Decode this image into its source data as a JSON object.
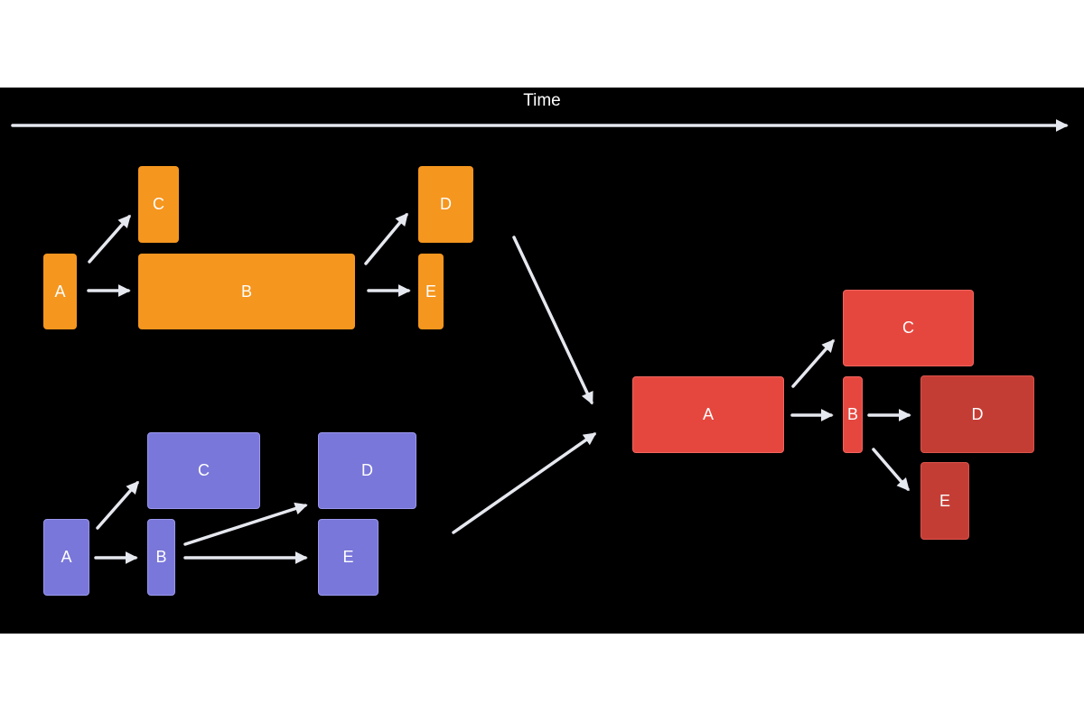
{
  "axis": {
    "label": "Time"
  },
  "groups": [
    {
      "name": "orange",
      "color": "#f5961f",
      "nodes": [
        "A",
        "B",
        "C",
        "D",
        "E"
      ],
      "edges": [
        [
          "A",
          "C"
        ],
        [
          "A",
          "B"
        ],
        [
          "B",
          "D"
        ],
        [
          "B",
          "E"
        ]
      ]
    },
    {
      "name": "blue",
      "color": "#7977d9",
      "nodes": [
        "A",
        "B",
        "C",
        "D",
        "E"
      ],
      "edges": [
        [
          "A",
          "C"
        ],
        [
          "A",
          "B"
        ],
        [
          "B",
          "D"
        ],
        [
          "B",
          "E"
        ]
      ]
    },
    {
      "name": "red",
      "color": "#e5473f",
      "nodes": [
        "A",
        "B",
        "C",
        "D",
        "E"
      ],
      "edges": [
        [
          "A",
          "C"
        ],
        [
          "A",
          "B"
        ],
        [
          "B",
          "D"
        ],
        [
          "B",
          "E"
        ]
      ]
    }
  ],
  "merge": {
    "from": [
      "orange",
      "blue"
    ],
    "to": "red"
  },
  "labels": {
    "a": "A",
    "b": "B",
    "c": "C",
    "d": "D",
    "e": "E"
  }
}
